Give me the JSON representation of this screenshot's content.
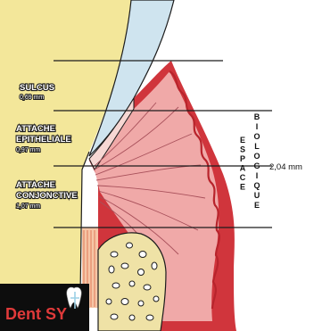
{
  "diagram": {
    "labels": {
      "sulcus": {
        "title": "SULCUS",
        "value": "0,69 mm"
      },
      "attache_epitheliale": {
        "title_line1": "ATTACHE",
        "title_line2": "EPITHELIALE",
        "value": "0,97 mm"
      },
      "attache_conjonctive": {
        "title_line1": "ATTACHE",
        "title_line2": "CONJONCTIVE",
        "value": "1,07 mm"
      }
    },
    "vertical_label_letters": [
      "E",
      "S",
      "P",
      "A",
      "C",
      "E"
    ],
    "vertical_label_letters_2": [
      "B",
      "I",
      "O",
      "L",
      "O",
      "G",
      "I",
      "Q",
      "U",
      "E"
    ],
    "total_measure": "2,04 mm",
    "logo": {
      "text": "Dent SY"
    },
    "colors": {
      "tooth": "#f3e79a",
      "enamel": "#cfe4ef",
      "gingiva_dark": "#d0353c",
      "gingiva_light": "#f0a9a8",
      "bone": "#efe2a6",
      "line": "#1c1c1c"
    }
  }
}
